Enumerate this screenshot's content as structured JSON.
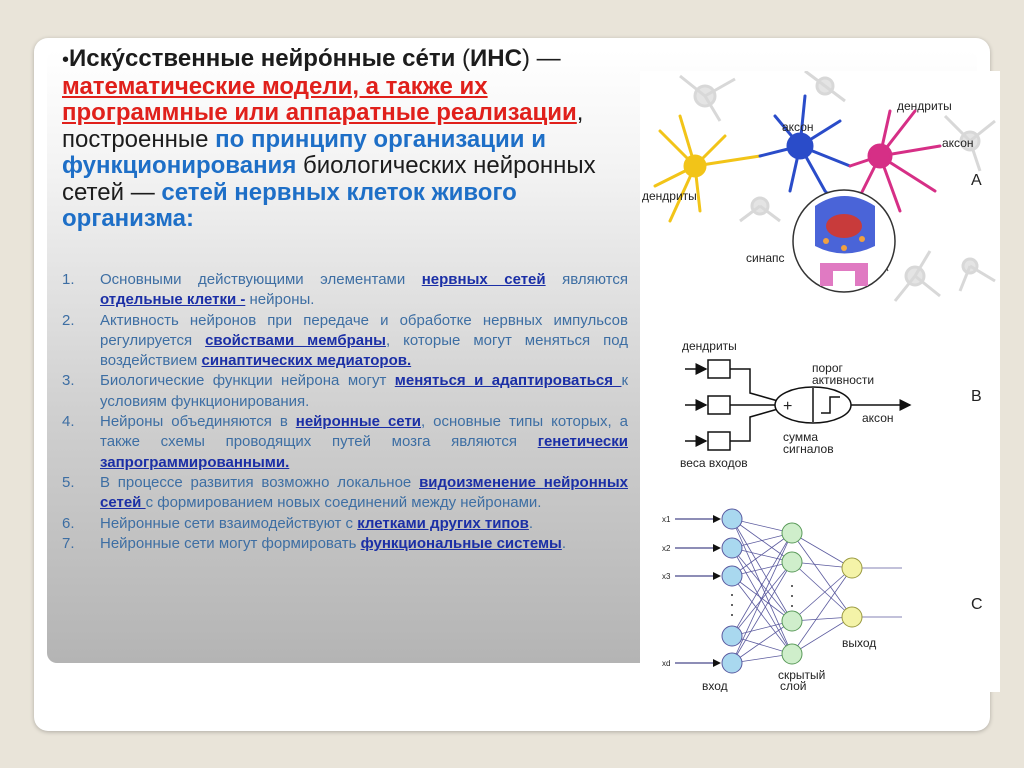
{
  "intro": {
    "bullet": "•",
    "term": "Иску́сственные нейро́нные се́ти",
    "abbr_open": "(",
    "abbr": "ИНС",
    "abbr_close": ")",
    "dash1": " — ",
    "red_part": "математические модели, а также их программные или аппаратные реализации",
    "comma_text": ", построенные ",
    "blue_part1": "по принципу организации и функционирования",
    "mid_text": " биологических нейронных сетей — ",
    "blue_part2": "сетей нервных клеток живого организма:"
  },
  "points": [
    {
      "num": "1.",
      "t1": "Основными действующими элементами ",
      "l1": "нервных сетей",
      "t2": " являются ",
      "l2": "отдельные клетки -",
      "t3": " нейроны."
    },
    {
      "num": "2.",
      "t1": "Активность нейронов при передаче и обработке нервных импульсов регулируется ",
      "l1": "свойствами мембраны",
      "t2": ", которые могут меняться под воздействием ",
      "l2": "синаптических медиаторов.",
      "t3": ""
    },
    {
      "num": "3.",
      "t1": "Биологические функции нейрона могут ",
      "l1": "меняться и адаптироваться ",
      "t2": "к условиям функционирования.",
      "l2": "",
      "t3": ""
    },
    {
      "num": "4.",
      "t1": "Нейроны объединяются в ",
      "l1": "нейронные сети",
      "t2": ", основные типы которых, а также схемы проводящих путей мозга являются ",
      "l2": "генетически запрограммированными.",
      "t3": ""
    },
    {
      "num": "5.",
      "t1": "В процессе развития возможно локальное ",
      "l1": "видоизменение нейронных сетей ",
      "t2": "с формированием новых соединений между нейронами.",
      "l2": "",
      "t3": ""
    },
    {
      "num": "6.",
      "t1": "Нейронные сети взаимодействуют с ",
      "l1": "клетками других типов",
      "t2": ".",
      "l2": "",
      "t3": ""
    },
    {
      "num": "7.",
      "t1": "Нейронные сети могут  формировать ",
      "l1": "функциональные системы",
      "t2": ".",
      "l2": "",
      "t3": ""
    }
  ],
  "figure": {
    "a": {
      "letter": "A",
      "dendrites_left": "дендриты",
      "axon_mid": "аксон",
      "dendrites_right": "дендриты",
      "axon_right": "аксон",
      "synapse": "синапс"
    },
    "b": {
      "letter": "B",
      "dendrites": "дендриты",
      "threshold_1": "порог",
      "threshold_2": "активности",
      "plus": "+",
      "axon": "аксон",
      "sum_1": "сумма",
      "sum_2": "сигналов",
      "weights": "веса входов"
    },
    "c": {
      "letter": "C",
      "x1": "x1",
      "x2": "x2",
      "x3": "x3",
      "xd": "xd",
      "input": "вход",
      "hidden_1": "скрытый",
      "hidden_2": "слой",
      "output": "выход"
    },
    "colors": {
      "yellow_neuron": "#f2c418",
      "blue_neuron": "#2a4cc9",
      "magenta_neuron": "#d62f86",
      "node_fill_c": "#a9d8ef",
      "node_fill_hidden": "#cfeecb",
      "node_fill_out": "#f4f3a8"
    }
  }
}
